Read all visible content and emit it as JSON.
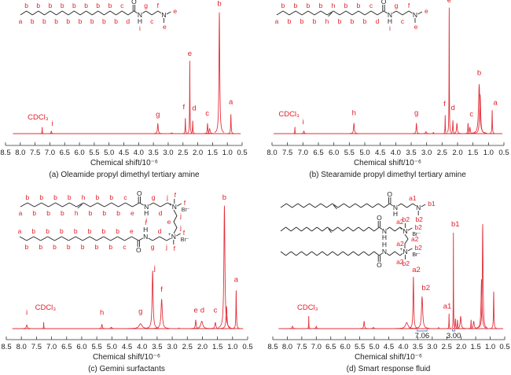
{
  "chart_data": [
    {
      "type": "line",
      "panel": "a",
      "title": "(a) Oleamide propyl dimethyl tertiary amine",
      "xlabel": "Chemical shift/10⁻⁶",
      "xlim": [
        8.5,
        0.5
      ],
      "xticks": [
        "8.5",
        "8.0",
        "7.5",
        "7.0",
        "6.5",
        "6.0",
        "5.5",
        "5.0",
        "4.5",
        "4.0",
        "3.5",
        "3.0",
        "2.5",
        "2.0",
        "1.5",
        "1.0",
        "0.5"
      ],
      "peaks": [
        {
          "ppm": 7.26,
          "h": 0.05,
          "w": 0.006
        },
        {
          "ppm": 6.95,
          "h": 0.02,
          "w": 0.012
        },
        {
          "ppm": 3.35,
          "h": 0.08,
          "w": 0.015
        },
        {
          "ppm": 2.88,
          "h": 0.006,
          "w": 0.02
        },
        {
          "ppm": 2.42,
          "h": 0.12,
          "w": 0.008
        },
        {
          "ppm": 2.27,
          "h": 0.57,
          "w": 0.007
        },
        {
          "ppm": 2.17,
          "h": 0.1,
          "w": 0.008
        },
        {
          "ppm": 1.67,
          "h": 0.08,
          "w": 0.012
        },
        {
          "ppm": 1.6,
          "h": 0.04,
          "w": 0.02
        },
        {
          "ppm": 1.27,
          "h": 0.95,
          "w": 0.016
        },
        {
          "ppm": 0.88,
          "h": 0.15,
          "w": 0.01
        }
      ],
      "peak_labels": [
        {
          "text": "CDCl₃",
          "ppm": 7.4,
          "h": 0.1
        },
        {
          "text": "i",
          "ppm": 6.92,
          "h": 0.05
        },
        {
          "text": "g",
          "ppm": 3.35,
          "h": 0.12
        },
        {
          "text": "f",
          "ppm": 2.47,
          "h": 0.18
        },
        {
          "text": "e",
          "ppm": 2.27,
          "h": 0.6
        },
        {
          "text": "d",
          "ppm": 2.12,
          "h": 0.17
        },
        {
          "text": "c",
          "ppm": 1.68,
          "h": 0.13
        },
        {
          "text": "b",
          "ppm": 1.27,
          "h": 0.99
        },
        {
          "text": "a",
          "ppm": 0.88,
          "h": 0.22
        }
      ]
    },
    {
      "type": "line",
      "panel": "b",
      "title": "(b) Stearamide propyl dimethyl tertiary amine",
      "xlabel": "Chemical shift/10⁻⁶",
      "xlim": [
        8.0,
        0.5
      ],
      "xticks": [
        "8.0",
        "7.5",
        "7.0",
        "6.5",
        "6.0",
        "5.5",
        "5.0",
        "4.5",
        "4.0",
        "3.5",
        "3.0",
        "2.5",
        "2.0",
        "1.5",
        "1.0",
        "0.5"
      ],
      "peaks": [
        {
          "ppm": 7.26,
          "h": 0.05,
          "w": 0.006
        },
        {
          "ppm": 6.97,
          "h": 0.02,
          "w": 0.015
        },
        {
          "ppm": 5.35,
          "h": 0.08,
          "w": 0.015
        },
        {
          "ppm": 3.33,
          "h": 0.08,
          "w": 0.012
        },
        {
          "ppm": 3.02,
          "h": 0.015,
          "w": 0.02
        },
        {
          "ppm": 2.78,
          "h": 0.01,
          "w": 0.01
        },
        {
          "ppm": 2.4,
          "h": 0.14,
          "w": 0.006
        },
        {
          "ppm": 2.27,
          "h": 0.97,
          "w": 0.006
        },
        {
          "ppm": 2.15,
          "h": 0.1,
          "w": 0.01
        },
        {
          "ppm": 2.02,
          "h": 0.08,
          "w": 0.015
        },
        {
          "ppm": 1.66,
          "h": 0.08,
          "w": 0.01
        },
        {
          "ppm": 1.6,
          "h": 0.05,
          "w": 0.015
        },
        {
          "ppm": 1.3,
          "h": 0.38,
          "w": 0.025
        },
        {
          "ppm": 1.27,
          "h": 0.3,
          "w": 0.02
        },
        {
          "ppm": 0.88,
          "h": 0.18,
          "w": 0.008
        }
      ],
      "peak_labels": [
        {
          "text": "CDCl₃",
          "ppm": 7.45,
          "h": 0.12
        },
        {
          "text": "i",
          "ppm": 6.99,
          "h": 0.06
        },
        {
          "text": "h",
          "ppm": 5.35,
          "h": 0.13
        },
        {
          "text": "g",
          "ppm": 3.33,
          "h": 0.13
        },
        {
          "text": "f",
          "ppm": 2.42,
          "h": 0.2
        },
        {
          "text": "e",
          "ppm": 2.27,
          "h": 1.0
        },
        {
          "text": "d",
          "ppm": 2.15,
          "h": 0.17
        },
        {
          "text": "c",
          "ppm": 1.55,
          "h": 0.12
        },
        {
          "text": "b",
          "ppm": 1.3,
          "h": 0.44
        },
        {
          "text": "a",
          "ppm": 0.78,
          "h": 0.21
        }
      ]
    },
    {
      "type": "line",
      "panel": "c",
      "title": "(c) Gemini surfactants",
      "xlabel": "Chemical shift/10⁻⁶",
      "xlim": [
        8.5,
        0.5
      ],
      "xticks": [
        "8.5",
        "8.0",
        "7.5",
        "7.0",
        "6.5",
        "6.0",
        "5.5",
        "5.0",
        "4.5",
        "4.0",
        "3.5",
        "3.0",
        "2.5",
        "2.0",
        "1.5",
        "1.0",
        "0.5"
      ],
      "peaks": [
        {
          "ppm": 7.82,
          "h": 0.03,
          "w": 0.02
        },
        {
          "ppm": 7.26,
          "h": 0.05,
          "w": 0.006
        },
        {
          "ppm": 5.33,
          "h": 0.035,
          "w": 0.015
        },
        {
          "ppm": 5.02,
          "h": 0.012,
          "w": 0.02
        },
        {
          "ppm": 4.05,
          "h": 0.04,
          "w": 0.06
        },
        {
          "ppm": 3.65,
          "h": 0.47,
          "w": 0.02
        },
        {
          "ppm": 3.35,
          "h": 0.24,
          "w": 0.025
        },
        {
          "ppm": 2.78,
          "h": 0.006,
          "w": 0.01
        },
        {
          "ppm": 2.22,
          "h": 0.07,
          "w": 0.015
        },
        {
          "ppm": 2.02,
          "h": 0.06,
          "w": 0.04
        },
        {
          "ppm": 1.57,
          "h": 0.05,
          "w": 0.02
        },
        {
          "ppm": 1.27,
          "h": 1.0,
          "w": 0.02
        },
        {
          "ppm": 1.2,
          "h": 0.18,
          "w": 0.02
        },
        {
          "ppm": 0.88,
          "h": 0.31,
          "w": 0.01
        }
      ],
      "peak_labels": [
        {
          "text": "i",
          "ppm": 7.82,
          "h": 0.1
        },
        {
          "text": "CDCl₃",
          "ppm": 7.2,
          "h": 0.14
        },
        {
          "text": "h",
          "ppm": 5.33,
          "h": 0.1
        },
        {
          "text": "g",
          "ppm": 4.05,
          "h": 0.11
        },
        {
          "text": "j",
          "ppm": 3.58,
          "h": 0.46
        },
        {
          "text": "f",
          "ppm": 3.35,
          "h": 0.29
        },
        {
          "text": "e",
          "ppm": 2.22,
          "h": 0.12
        },
        {
          "text": "d",
          "ppm": 2.0,
          "h": 0.12
        },
        {
          "text": "c",
          "ppm": 1.57,
          "h": 0.12
        },
        {
          "text": "b",
          "ppm": 1.27,
          "h": 1.04
        },
        {
          "text": "a",
          "ppm": 0.88,
          "h": 0.37
        }
      ]
    },
    {
      "type": "line",
      "panel": "d",
      "title": "(d) Smart response fluid",
      "xlabel": "Chemical shift/10⁻⁶",
      "xlim": [
        8.5,
        0.5
      ],
      "xticks": [
        "8.5",
        "8.0",
        "7.5",
        "7.0",
        "6.5",
        "6.0",
        "5.5",
        "5.0",
        "4.5",
        "4.0",
        "3.5",
        "3.0",
        "2.5",
        "2.0",
        "1.5",
        "1.0",
        "0.5"
      ],
      "peaks": [
        {
          "ppm": 7.82,
          "h": 0.02,
          "w": 0.02
        },
        {
          "ppm": 7.26,
          "h": 0.1,
          "w": 0.005
        },
        {
          "ppm": 7.0,
          "h": 0.02,
          "w": 0.015
        },
        {
          "ppm": 5.35,
          "h": 0.06,
          "w": 0.015
        },
        {
          "ppm": 5.03,
          "h": 0.01,
          "w": 0.02
        },
        {
          "ppm": 3.88,
          "h": 0.05,
          "w": 0.05
        },
        {
          "ppm": 3.65,
          "h": 0.42,
          "w": 0.015
        },
        {
          "ppm": 3.35,
          "h": 0.26,
          "w": 0.025
        },
        {
          "ppm": 2.78,
          "h": 0.01,
          "w": 0.01
        },
        {
          "ppm": 2.42,
          "h": 0.12,
          "w": 0.006
        },
        {
          "ppm": 2.27,
          "h": 0.78,
          "w": 0.005
        },
        {
          "ppm": 2.2,
          "h": 0.08,
          "w": 0.01
        },
        {
          "ppm": 2.13,
          "h": 0.07,
          "w": 0.01
        },
        {
          "ppm": 2.02,
          "h": 0.1,
          "w": 0.02
        },
        {
          "ppm": 1.66,
          "h": 0.07,
          "w": 0.008
        },
        {
          "ppm": 1.57,
          "h": 0.06,
          "w": 0.02
        },
        {
          "ppm": 1.3,
          "h": 0.4,
          "w": 0.02
        },
        {
          "ppm": 1.26,
          "h": 0.85,
          "w": 0.015
        },
        {
          "ppm": 0.88,
          "h": 0.3,
          "w": 0.01
        }
      ],
      "peak_labels": [
        {
          "text": "CDCl₃",
          "ppm": 7.3,
          "h": 0.14
        },
        {
          "text": "a2",
          "ppm": 3.55,
          "h": 0.45
        },
        {
          "text": "b2",
          "ppm": 3.22,
          "h": 0.3
        },
        {
          "text": "a1",
          "ppm": 2.48,
          "h": 0.15
        },
        {
          "text": "b1",
          "ppm": 2.2,
          "h": 0.82
        }
      ],
      "integrations": [
        {
          "text": "7.06",
          "from": 3.52,
          "to": 3.18
        },
        {
          "text": "3.00",
          "from": 2.3,
          "to": 2.22
        }
      ]
    }
  ],
  "structures": {
    "a": {
      "dbl": [],
      "verts": [
        "a",
        "b",
        "b",
        "b",
        "b",
        "b",
        "b",
        "b",
        "b",
        "b",
        "b",
        "b",
        "b",
        "b",
        "b",
        "b",
        "b",
        "c",
        "d",
        {
          "o": "O"
        },
        {
          "k": "N",
          "h": "H",
          "r": "i"
        },
        "g",
        "c",
        "f",
        {
          "k": "N",
          "m1": "e",
          "m2": "e",
          "m2dir": "down"
        }
      ]
    },
    "b": {
      "dbl": [
        8
      ],
      "verts": [
        "a",
        "b",
        "b",
        "b",
        "b",
        "b",
        "b",
        "b",
        "h",
        "h",
        "b",
        "b",
        "b",
        "b",
        "b",
        "c",
        "d",
        {
          "o": "O"
        },
        {
          "k": "N",
          "h": "H",
          "r": "i"
        },
        "g",
        "c",
        "f",
        {
          "k": "N",
          "m1": "e",
          "m2": "e",
          "m2dir": "down"
        }
      ]
    },
    "c_top": {
      "dbl": [
        8
      ],
      "verts": [
        "a",
        "b",
        "b",
        "b",
        "b",
        "b",
        "b",
        "b",
        "h",
        "h",
        "b",
        "b",
        "b",
        "b",
        "b",
        "c",
        "e",
        {
          "o": "O"
        },
        {
          "k": "N",
          "h": "H",
          "r": "i"
        },
        "g",
        "d",
        "j",
        {
          "k": "N",
          "plus": "+",
          "m1": "f",
          "m2": "f",
          "m2dir": "up",
          "br": "Br⁻"
        }
      ]
    },
    "c_bottom": {
      "dbl": [],
      "verts": [
        "a",
        "b",
        "b",
        "b",
        "b",
        "b",
        "b",
        "b",
        "b",
        "b",
        "b",
        "b",
        "b",
        "b",
        "b",
        "c",
        "e",
        {
          "o": "O"
        },
        {
          "k": "N",
          "h": "H",
          "r": "i"
        },
        "g",
        "d",
        "j",
        {
          "k": "N",
          "plus": "+",
          "m1": "f",
          "m2": "f",
          "m2dir": "down",
          "br": "Br⁻"
        }
      ]
    },
    "c_spacer": [
      "j",
      "e",
      "j"
    ],
    "d_1": {
      "dbl": [
        9
      ],
      "verts": [
        "",
        "",
        "",
        "",
        "",
        "",
        "",
        "",
        "",
        "",
        "",
        "",
        "",
        "",
        "",
        "",
        "",
        "",
        "",
        {
          "o": "O"
        },
        {
          "k": "N",
          "h": "H"
        },
        "",
        "",
        "a1",
        {
          "k": "N",
          "m1": "b1",
          "m2": "b2",
          "m2dir": "down"
        }
      ]
    },
    "d_2": {
      "dbl": [
        9
      ],
      "verts": [
        "",
        "",
        "",
        "",
        "",
        "",
        "",
        "",
        "",
        "",
        "",
        "",
        "",
        "",
        "",
        "",
        "",
        "",
        "",
        {
          "o": "O"
        },
        {
          "k": "N",
          "h": "H"
        },
        "",
        "",
        "a2",
        {
          "k": "N",
          "plus": "+",
          "m1": "b2",
          "m2": "b2",
          "m2dir": "up",
          "br": "Br⁻"
        }
      ]
    },
    "d_3": {
      "dbl": [],
      "verts": [
        "",
        "",
        "",
        "",
        "",
        "",
        "",
        "",
        "",
        "",
        "",
        "",
        "",
        "",
        "",
        "",
        "",
        "",
        "",
        {
          "o": "O"
        },
        {
          "k": "N",
          "h": "H"
        },
        "",
        "",
        "a2",
        {
          "k": "N",
          "plus": "+",
          "m1": "b2",
          "m2": "b2",
          "m2dir": "down",
          "br": "Br⁻"
        }
      ]
    },
    "d_spacer": [
      "a2",
      "a2"
    ]
  },
  "colors": {
    "spectrum": "#e2313b",
    "label": "#e0202a",
    "bond": "#222222",
    "integration": "#5b7fc4"
  }
}
